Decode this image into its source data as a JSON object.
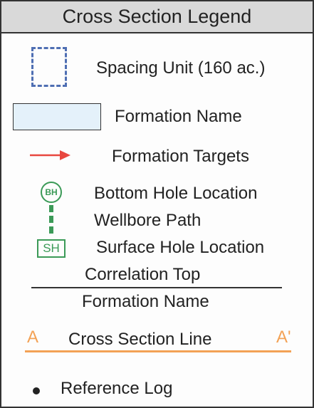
{
  "title": "Cross Section Legend",
  "items": {
    "spacing_unit": {
      "label": "Spacing Unit (160 ac.)",
      "color": "#4f6fb3",
      "icon": "dashed-square-icon"
    },
    "formation_name_box": {
      "label": "Formation Name",
      "fill": "#e4f1fa",
      "icon": "filled-rectangle-icon"
    },
    "formation_targets": {
      "label": "Formation Targets",
      "color": "#e8473f",
      "icon": "arrow-right-icon"
    },
    "bottom_hole": {
      "label": "Bottom Hole Location",
      "symbol_text": "BH",
      "color": "#3b9a57"
    },
    "wellbore": {
      "label": "Wellbore Path",
      "color": "#3b9a57"
    },
    "surface_hole": {
      "label": "Surface Hole Location",
      "symbol_text": "SH",
      "color": "#3b9a57"
    },
    "correlation": {
      "top_label": "Correlation Top",
      "bottom_label": "Formation Name"
    },
    "cross_section": {
      "label": "Cross Section Line",
      "start": "A",
      "end": "A'",
      "color": "#f3a256"
    },
    "reference_log": {
      "label": "Reference Log",
      "icon": "dot-icon"
    }
  }
}
